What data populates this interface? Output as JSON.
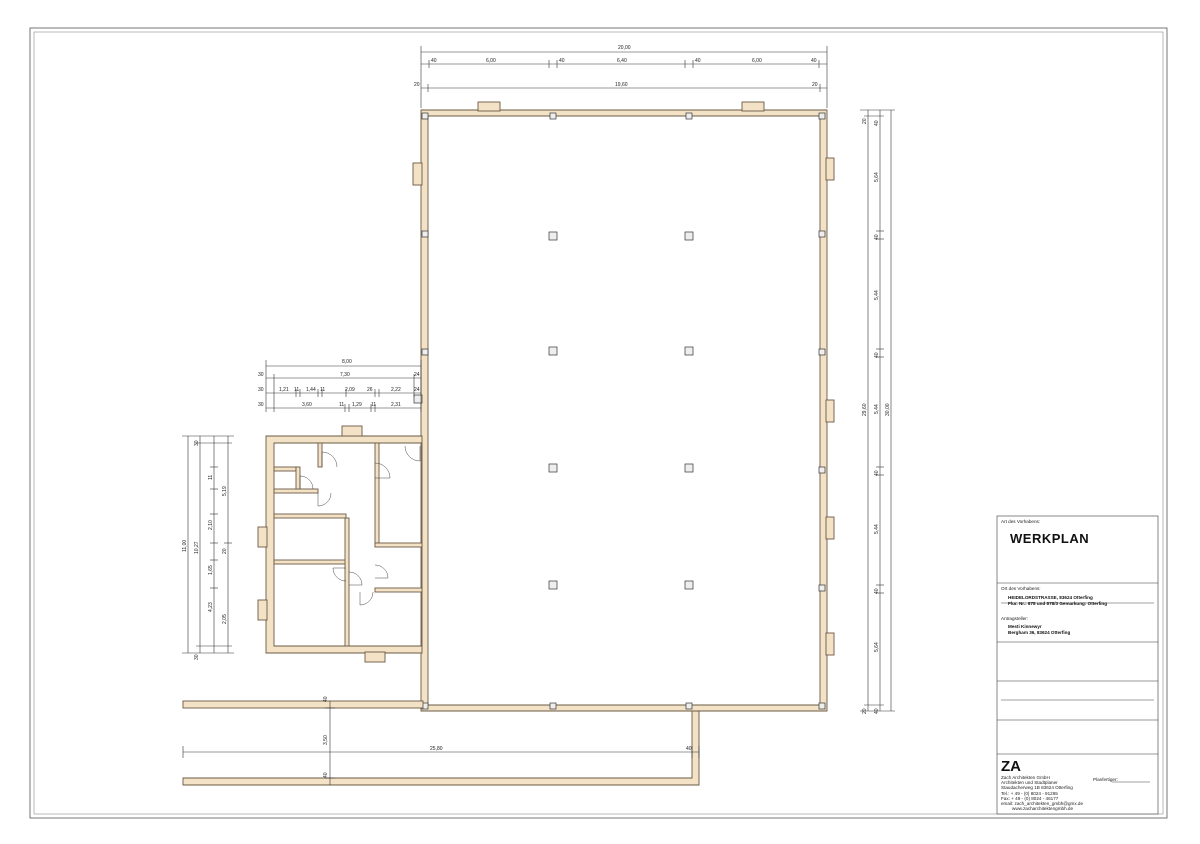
{
  "title_block": {
    "project_label": "Art des Vorhabens:",
    "title": "WERKPLAN",
    "location_label": "Ort des Vorhabens:",
    "address_line1": "HEIDELORDSTRASSE, 83624 Otterfing",
    "address_line2": "Flur. Nr.: 878 und 878/3 Gemarkung: Otterfing",
    "applicant_label": "Antragsteller:",
    "applicant_name": "Mesti Kinnewyr",
    "applicant_address": "Bergham 36, 83624 Otterfing",
    "planner_label": "Planfertiger:",
    "logo_text": "ZA",
    "firm_name": "Zach Architekten GmbH",
    "firm_line2": "Architekten und Stadtplaner",
    "firm_line3": "Staudacherweg 1B 83624 Otterfing",
    "firm_tel": "Tel.:   + 49 - (0) 8024 - 91265",
    "firm_fax": "Fax:   + 49 - (0) 8024 - 46177",
    "firm_email": "email:  zach_architekten_gmbh@gmx.de",
    "firm_web": "www.zacharchitektengmbh.de"
  },
  "dimensions": {
    "top_total": "20,00",
    "top_40_a": "40",
    "top_600_a": "6,00",
    "top_40_b": "40",
    "top_640": "6,40",
    "top_40_c": "40",
    "top_600_b": "6,00",
    "top_40_d": "40",
    "inner_20_a": "20",
    "inner_1960": "19,60",
    "inner_20_b": "20",
    "right_20_top": "20",
    "right_40_top": "40",
    "right_564_a": "5,64",
    "right_40_a": "40",
    "right_544_a": "5,44",
    "right_40_b": "40",
    "right_2980": "29,60",
    "right_3000": "30,00",
    "right_544_b": "5,44",
    "right_40_c": "40",
    "right_544_c": "5,44",
    "right_40_d": "40",
    "right_564_b": "5,64",
    "right_20_bot": "20",
    "right_40_bot": "40",
    "annex_800": "8,00",
    "annex_30_a": "30",
    "annex_730": "7,30",
    "annex_24_a": "24",
    "annex_30_b": "30",
    "annex_121": "1,21",
    "annex_11_a": "11",
    "annex_144": "1,44",
    "annex_11_b": "11",
    "annex_209": "2,09",
    "annex_26": "26",
    "annex_222": "2,22",
    "annex_24_b": "24",
    "annex_30_c": "30",
    "annex_360": "3,60",
    "annex_11_c": "11",
    "annex_129": "1,29",
    "annex_11_d": "11",
    "annex_231": "2,31",
    "left_1100": "11,00",
    "left_1027": "10,27",
    "left_30_top": "30",
    "left_30_bot": "30",
    "left_519": "5,19",
    "left_423": "4,23",
    "left_210": "2,10",
    "left_165": "1,65",
    "left_205": "2,05",
    "left_11": "11",
    "left_20": "20",
    "bottom_2580": "25,80",
    "bottom_40": "40",
    "bottom_350": "3,50",
    "bottom_40_a": "40",
    "bottom_40_b": "40"
  }
}
